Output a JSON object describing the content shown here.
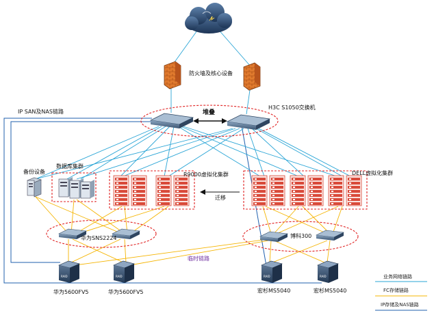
{
  "labels": {
    "firewall": "防火墙及核心设备",
    "stack": "堆叠",
    "switch_model": "H3C S1050交换机",
    "ip_san_nas": "IP SAN及NAS链路",
    "backup_device": "备份设备",
    "db_cluster": "数据库集群",
    "r9000_cluster": "R9000虚拟化集群",
    "dell_cluster": "DELL虚拟化集群",
    "migrate": "迁移",
    "huawei_sns": "华为SNS2224",
    "brocade": "博科300",
    "temp_link": "临时链路",
    "storage1": "华为5600FV5",
    "storage2": "华为5600FV5",
    "storage3": "宏杉MS5040",
    "storage4": "宏杉MS5040"
  },
  "legend": [
    {
      "label": "业务网络链路",
      "color": "#2aa5d6"
    },
    {
      "label": "FC存储链路",
      "color": "#f5b400"
    },
    {
      "label": "IP存储及NAS链路",
      "color": "#1f5fae"
    }
  ],
  "colors": {
    "business": "#2aa5d6",
    "fc": "#f5b400",
    "ipsan": "#1f5fae",
    "dashed": "#e02020",
    "server": "#d94a3a"
  }
}
